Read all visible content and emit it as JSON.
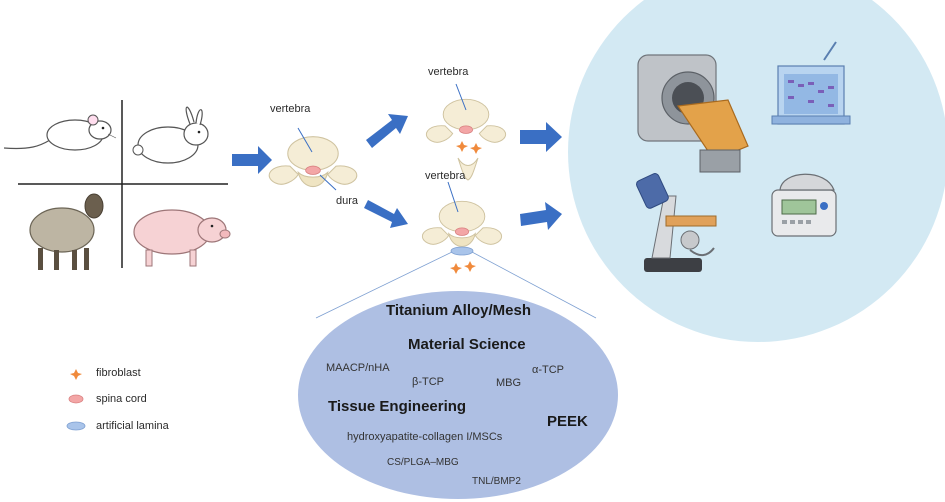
{
  "labels": {
    "vertebra_center": "vertebra",
    "vertebra_top": "vertebra",
    "vertebra_bottom": "vertebra",
    "dura": "dura"
  },
  "materials_oval": {
    "titanium": "Titanium Alloy/Mesh",
    "material_science": "Material Science",
    "maacp": "MAACP/nHA",
    "alpha_tcp": "α-TCP",
    "beta_tcp": "β-TCP",
    "mbg": "MBG",
    "tissue_engineering": "Tissue Engineering",
    "peek": "PEEK",
    "hydroxyapatite": "hydroxyapatite-collagen I/MSCs",
    "cs_plga": "CS/PLGA–MBG",
    "tnl": "TNL/BMP2"
  },
  "legend": {
    "fibroblast": "fibroblast",
    "spinal_cord": "spina cord",
    "artificial_lamina": "artificial lamina"
  },
  "animals": [
    "rat-icon",
    "rabbit-icon",
    "sheep-icon",
    "pig-icon"
  ],
  "equipment": [
    "ct-scanner-icon",
    "gel-electrophoresis-icon",
    "microscope-icon",
    "pcr-machine-icon"
  ],
  "colors": {
    "arrow": "#3a6fc4",
    "oval": "#aebfe3",
    "circle": "#d3e9f3",
    "bone": "#f2ead2",
    "cord": "#f3a6a6",
    "fibroblast": "#f08a3c",
    "lamina": "#a9c4ea"
  }
}
